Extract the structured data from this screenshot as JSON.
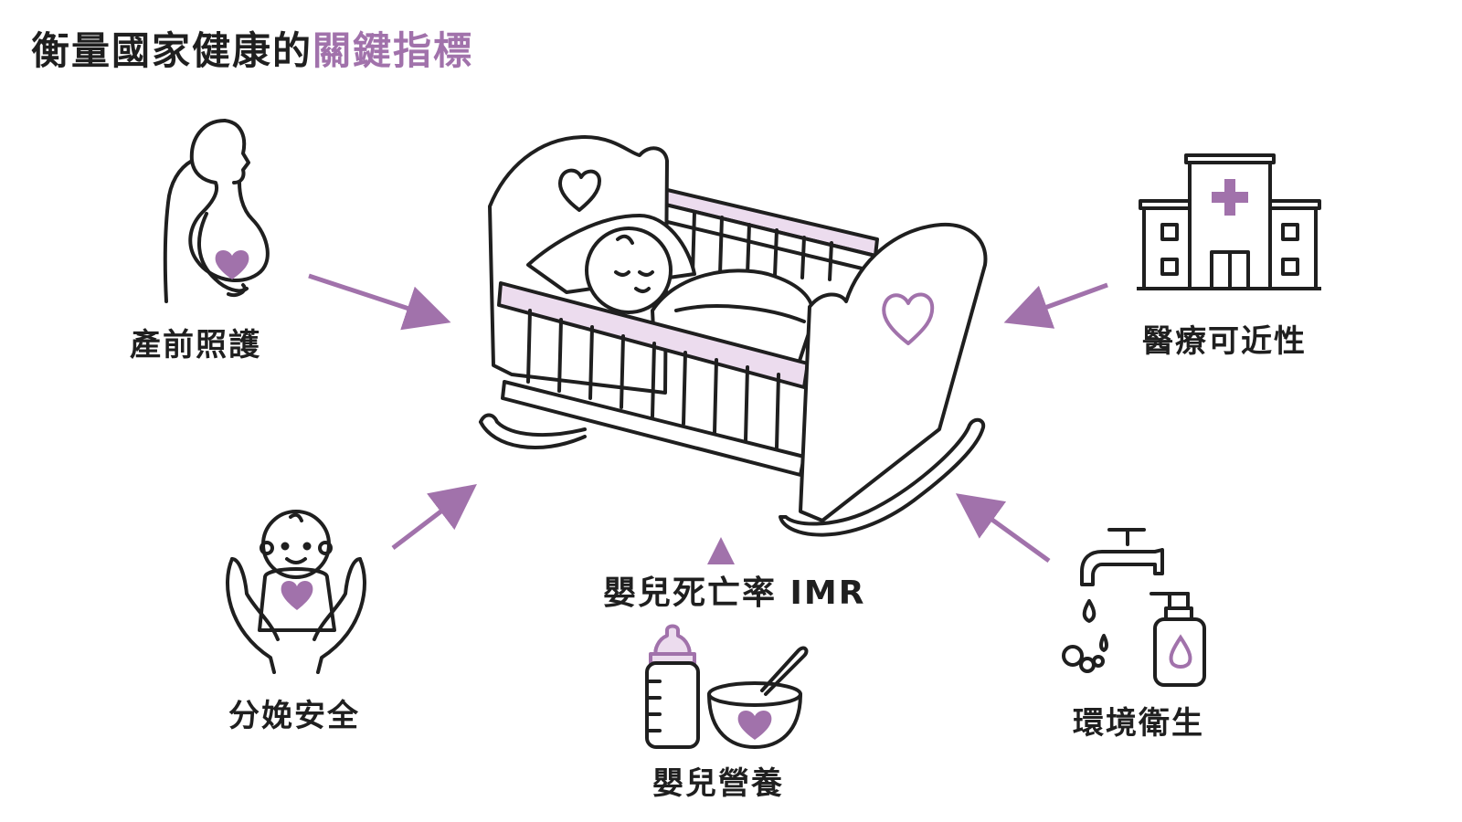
{
  "title": {
    "main": "衡量國家健康的",
    "highlight": "關鍵指標"
  },
  "center": {
    "label": "嬰兒死亡率 IMR",
    "icon": "rocking-crib-with-sleeping-baby-icon"
  },
  "factors": [
    {
      "label": "產前照護",
      "icon": "pregnant-woman-icon"
    },
    {
      "label": "醫療可近性",
      "icon": "hospital-icon"
    },
    {
      "label": "分娩安全",
      "icon": "hands-holding-baby-icon"
    },
    {
      "label": "嬰兒營養",
      "icon": "bottle-and-bowl-icon"
    },
    {
      "label": "環境衛生",
      "icon": "faucet-and-soap-icon"
    }
  ],
  "colors": {
    "accent": "#a172ab",
    "line": "#1f1f1f",
    "text": "#1f1f1f",
    "background": "#ffffff"
  }
}
